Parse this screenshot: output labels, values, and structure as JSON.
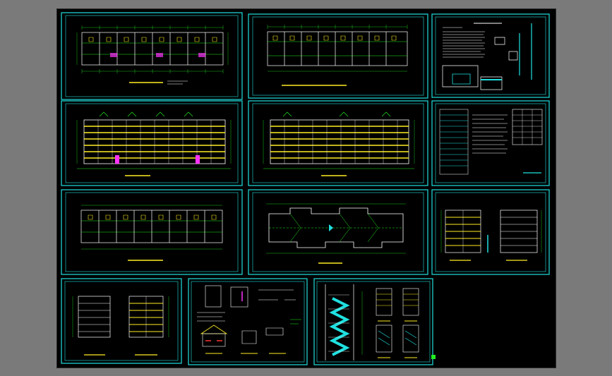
{
  "app": {
    "mode": "cad-model-space",
    "background": "#000000",
    "chrome": "#7a7a7a"
  },
  "colors": {
    "frame": "#20e0e0",
    "line_white": "#ffffff",
    "line_green": "#22ee22",
    "line_yellow": "#ffee22",
    "line_magenta": "#ff33ff",
    "line_cyan": "#20e0e0"
  },
  "sheets": [
    {
      "id": "plan-a",
      "kind": "floor-plan"
    },
    {
      "id": "plan-b",
      "kind": "floor-plan"
    },
    {
      "id": "notes",
      "kind": "notes-and-details"
    },
    {
      "id": "elev-a",
      "kind": "elevation"
    },
    {
      "id": "elev-b",
      "kind": "elevation"
    },
    {
      "id": "schedule",
      "kind": "schedule-tables"
    },
    {
      "id": "plan-c",
      "kind": "floor-plan"
    },
    {
      "id": "roof",
      "kind": "roof-plan"
    },
    {
      "id": "sections-a",
      "kind": "side-elevations"
    },
    {
      "id": "sections-b",
      "kind": "side-elevations"
    },
    {
      "id": "details",
      "kind": "construction-details"
    },
    {
      "id": "stairs",
      "kind": "stair-details"
    }
  ]
}
